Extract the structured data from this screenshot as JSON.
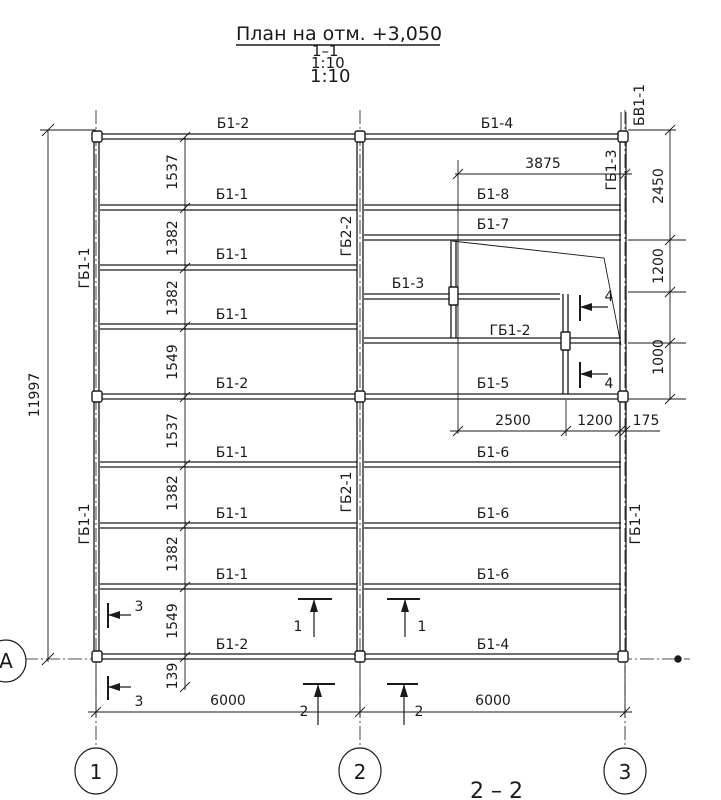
{
  "title": {
    "main": "План на отм. +3,050",
    "scale_overlap_a": "1–1",
    "scale_overlap_b": "1:10",
    "scale": "1:10"
  },
  "axes": {
    "left": "1",
    "middle": "2",
    "right": "3",
    "row": "А"
  },
  "section_label": "2 – 2",
  "beams": {
    "top_left": "Б1-2",
    "top_right": "Б1-4",
    "l1": "Б1-1",
    "l2": "Б1-1",
    "l3": "Б1-1",
    "mid_left": "Б1-2",
    "l5": "Б1-1",
    "l6": "Б1-1",
    "l7": "Б1-1",
    "bot_left": "Б1-2",
    "r_b18": "Б1-8",
    "r_b17": "Б1-7",
    "r_b13": "Б1-3",
    "r_gb12": "ГБ1-2",
    "r_b15": "Б1-5",
    "r_b16a": "Б1-6",
    "r_b16b": "Б1-6",
    "r_b16c": "Б1-6",
    "bot_right": "Б1-4",
    "gb11_left_top": "ГБ1-1",
    "gb11_left_bot": "ГБ1-1",
    "gb11_right": "ГБ1-1",
    "gb13": "ГБ1-3",
    "bv11": "БВ1-1",
    "gb22": "ГБ2-2",
    "gb21": "ГБ2-1"
  },
  "dimensions": {
    "total_height": "11997",
    "spacing": [
      "1537",
      "1382",
      "1382",
      "1549",
      "1537",
      "1382",
      "1382",
      "1549",
      "139"
    ],
    "width_left": "6000",
    "width_right": "6000",
    "top_3875": "3875",
    "right_2450": "2450",
    "right_1200": "1200",
    "right_1000": "1000",
    "bottom_2500": "2500",
    "bottom_1200": "1200",
    "bottom_175": "175"
  },
  "section_marks": {
    "s1_left": "1",
    "s1_right": "1",
    "s2_left": "2",
    "s2_right": "2",
    "s3_top": "3",
    "s3_bottom": "3",
    "s4_top": "4",
    "s4_bottom": "4"
  }
}
